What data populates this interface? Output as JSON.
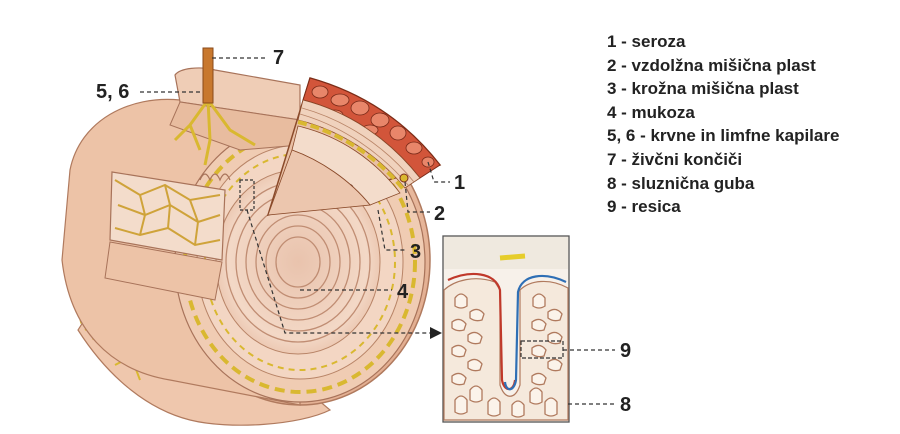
{
  "labels": {
    "l1": "1",
    "l2": "2",
    "l3": "3",
    "l4": "4",
    "l56": "5, 6",
    "l7": "7",
    "l8": "8",
    "l9": "9"
  },
  "legend": [
    "1 - seroza",
    "2 - vzdolžna mišična plast",
    "3 - krožna mišična plast",
    "4 - mukoza",
    "5, 6 - krvne in limfne kapilare",
    "7 - živčni končiči",
    "8 - sluznična guba",
    "9 - resica"
  ],
  "colors": {
    "muscle": "#e8b497",
    "muscle_dark": "#c98a6a",
    "nerve": "#d9b830",
    "blood": "#c0392b",
    "lymph": "#2e6fb5",
    "serosa_red": "#d2553a",
    "mucosa": "#f1d3c0"
  }
}
